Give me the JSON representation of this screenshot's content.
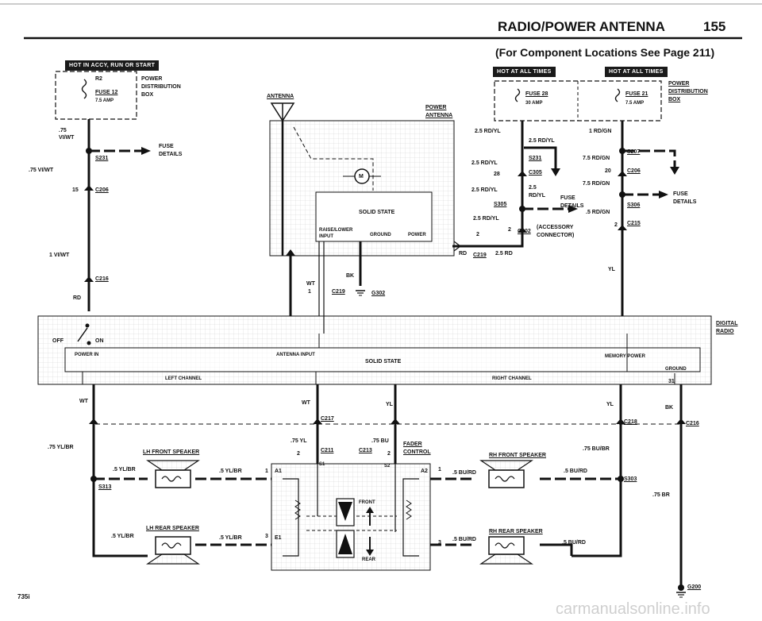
{
  "header": {
    "title": "RADIO/POWER ANTENNA",
    "page_number": "155",
    "subtitle": "(For Component Locations See Page 211)"
  },
  "badges": {
    "left": "HOT IN ACCY, RUN OR START",
    "mid": "HOT AT ALL TIMES",
    "right": "HOT AT ALL TIMES"
  },
  "left_column": {
    "r2": "R2",
    "fuse12": "FUSE 12",
    "fuse12_amp": "7.5 AMP",
    "power_dist": [
      "POWER",
      "DISTRIBUTION",
      "BOX"
    ],
    "w75_viwt": ".75\nVI/WT",
    "w75_viwt_b": ".75 VI/WT",
    "s231": "S231",
    "fuse_details": "FUSE\nDETAILS",
    "c206_pin": "15",
    "c206": "C206",
    "w1_viwt": "1 VI/WT",
    "c216": "C216",
    "rd": "RD"
  },
  "antenna": {
    "label": "ANTENNA",
    "power_antenna": [
      "POWER",
      "ANTENNA"
    ],
    "motor": "M",
    "solid_state": "SOLID STATE",
    "raise_lower": [
      "RAISE/LOWER",
      "INPUT"
    ],
    "ground": "GROUND",
    "power": "POWER",
    "wt": "WT",
    "wt_pin": "1",
    "c219": "C219",
    "bk": "BK",
    "g302": "G302"
  },
  "mid_column": {
    "fuse28": "FUSE 28",
    "fuse28_amp": "30 AMP",
    "w25_rdyl_a": "2.5 RD/YL",
    "w25_rdyl_b": "2.5 RD/YL",
    "w25_rdyl_c": "2.5 RD/YL",
    "s231": "S231",
    "c305_pin": "28",
    "c305": "C305",
    "w25_rdyl_d": "2.5 RD/YL",
    "w25_rdyl_e": "2.5\nRD/YL",
    "s305": "S305",
    "fuse_details": "FUSE\nDETAILS",
    "w25_rdyl_f": "2.5 RD/YL",
    "c302_pin_a": "2",
    "c302_pin_b": "2",
    "c302": "C302",
    "accessory": "(ACCESSORY\nCONNECTOR)",
    "rd": "RD",
    "c219": "C219",
    "w25_rd": "2.5 RD"
  },
  "right_column": {
    "fuse21": "FUSE 21",
    "fuse21_amp": "7.5 AMP",
    "power_dist": [
      "POWER",
      "DISTRIBUTION",
      "BOX"
    ],
    "w1_rdgn": "1 RD/GN",
    "s207": "S207",
    "w75_rdgn_a": "7.5 RD/GN",
    "c206_pin": "20",
    "c206": "C206",
    "w75_rdgn_b": "7.5 RD/GN",
    "s306": "S306",
    "fuse_details": "FUSE\nDETAILS",
    "w5_rdgn": ".5 RD/GN",
    "c215_pin": "2",
    "c215": "C215",
    "yl": "YL"
  },
  "radio": {
    "off": "OFF",
    "on": "ON",
    "power_in": "POWER IN",
    "antenna_input": "ANTENNA INPUT",
    "solid_state": "SOLID STATE",
    "memory_power": "MEMORY POWER",
    "ground": "GROUND",
    "left_channel": "LEFT CHANNEL",
    "right_channel": "RIGHT CHANNEL",
    "pin31": "31",
    "digital_radio": [
      "DIGITAL",
      "RADIO"
    ]
  },
  "speakers": {
    "wt_left": "WT",
    "wt_mid": "WT",
    "yl_mid": "YL",
    "yl_right": "YL",
    "bk_right": "BK",
    "c217": "C217",
    "c218": "C218",
    "c216": "C216",
    "w75_ylbr_left": ".75 YL/BR",
    "w75_yl": ".75 YL",
    "pin2a": "2",
    "c211": "C211",
    "w75_bu": ".75 BU",
    "c213": "C213",
    "pin2b": "2",
    "fader": [
      "FADER",
      "CONTROL"
    ],
    "lh_front": "LH FRONT SPEAKER",
    "rh_front": "RH FRONT SPEAKER",
    "w75_bubr": ".75 BU/BR",
    "w5_ylbr_a": ".5 YL/BR",
    "w5_ylbr_b": ".5 YL/BR",
    "pin1_left": "1",
    "a1": "A1",
    "s1": "S1",
    "s2": "S2",
    "a2": "A2",
    "pin1_right": "1",
    "w5_burd_a": ".5 BU/RD",
    "w5_burd_b": ".5 BU/RD",
    "s313": "S313",
    "s303": "S303",
    "w75_br": ".75 BR",
    "front": "FRONT",
    "rear": "REAR",
    "lh_rear": "LH REAR SPEAKER",
    "rh_rear": "RH REAR SPEAKER",
    "w5_ylbr_c": ".5 YL/BR",
    "w5_ylbr_d": ".5 YL/BR",
    "pin3_left": "3",
    "e1": "E1",
    "pin3_right": "3",
    "w5_burd_c": ".5 BU/RD",
    "w5_burd_d": ".5 BU/RD",
    "g200": "G200"
  },
  "footer": {
    "model": "735i",
    "watermark": "carmanualsonline.info"
  }
}
